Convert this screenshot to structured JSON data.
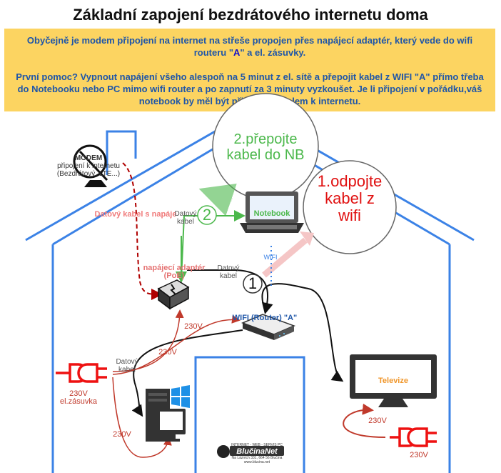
{
  "title": "Základní zapojení bezdrátového internetu doma",
  "info": {
    "p1a": "Obyčejně je modem připojení na internet na střeše propojen přes napájecí adaptér, který vede do wifi routeru \"",
    "p1_hl": "A",
    "p1b": "\" a el. zásuvky.",
    "p2": "První pomoc? Vypnout napájení všeho alespoň na 5 minut z el. sítě a přepojit kabel z WIFI \"A\" přímo třeba do Notebooku nebo PC mimo wifi router a po zapnutí za 3 minuty vyzkoušet. Je li připojení v pořádku,váš notebook by měl být připojen kabelem k internetu."
  },
  "bubbles": {
    "b2": {
      "line1": "2.přepojte",
      "line2": "kabel do NB"
    },
    "b1": {
      "line1": "1.odpojte",
      "line2": "kabel z",
      "line3": "wifi"
    }
  },
  "modem": {
    "title": "MODEM",
    "line1": "připojení k internetu",
    "line2": "(Bezdrátový, LTE...)"
  },
  "labels": {
    "datovy_kabel_napaje": "Datový kabel s napáje",
    "datovy": "Datový",
    "kabel": "kabel",
    "notebook": "Notebook",
    "wifi_signal": "WIFI",
    "adapter_line1": "napájecí adaptér",
    "adapter_line2": "(PoE)",
    "router": "WIFI (Router) \"A\"",
    "v230": "230V",
    "zasuvka": "el.zásuvka",
    "televize": "Televize",
    "num1": "1",
    "num2": "2"
  },
  "logo": {
    "brand": "BlučinaNet",
    "tag": "INTERNET - WEB - SERVIS PC",
    "addr": "Na Lázních 331, 664 56 Blučina",
    "url": "www.blucina.net"
  },
  "colors": {
    "house": "#3b82e6",
    "power": "#c0392b",
    "data_red_dashed": "#b00000",
    "green": "#4cb84c",
    "box": "#fcd461"
  }
}
